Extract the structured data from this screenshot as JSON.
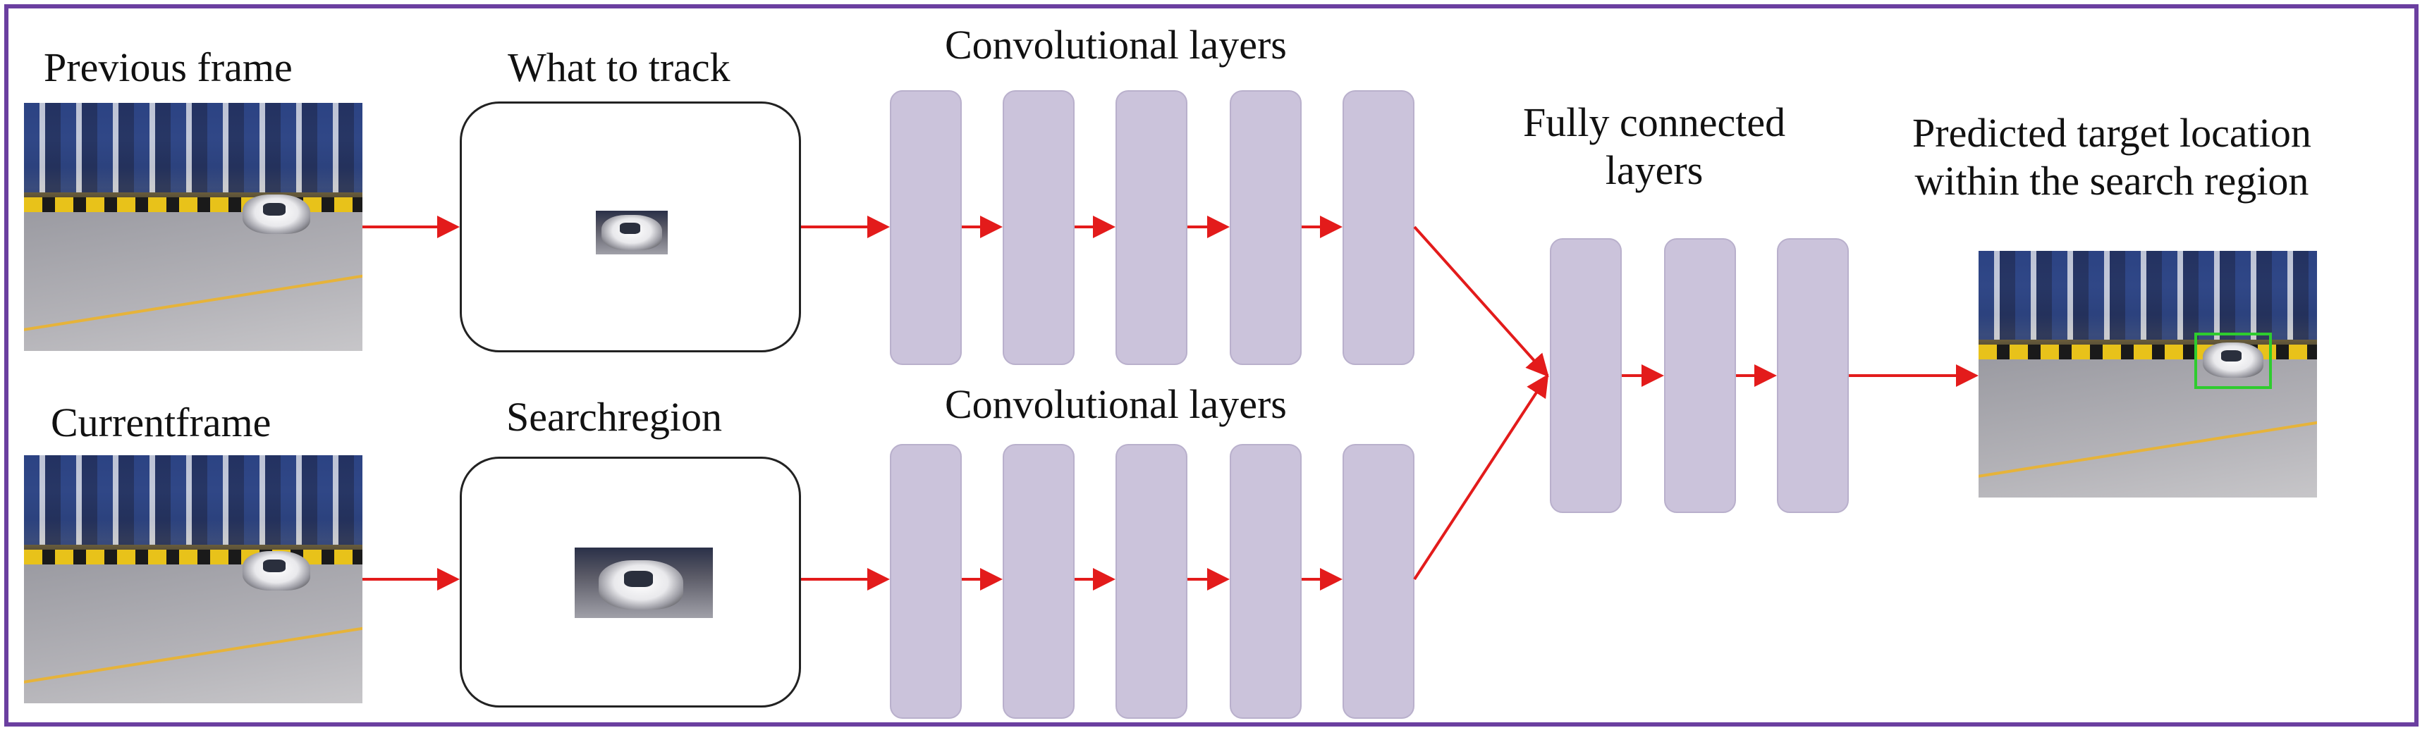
{
  "labels": {
    "previous_frame": "Previous frame",
    "what_to_track": "What to track",
    "conv_layers_top": "Convolutional layers",
    "fully_connected_line1": "Fully connected",
    "fully_connected_line2": "layers",
    "predicted_line1": "Predicted target location",
    "predicted_line2": "within the search region",
    "current_frame": "Currentframe",
    "search_region": "Searchregion",
    "conv_layers_bottom": "Convolutional layers"
  },
  "colors": {
    "border": "#6b3fa0",
    "arrow": "#e31b1b",
    "layer_fill": "#cbc3db",
    "target_box": "#2ecc2e"
  },
  "icons": {
    "previous_frame": "race-track-photo",
    "current_frame": "race-track-photo",
    "target_crop": "car-crop-image",
    "search_crop": "car-crop-image",
    "prediction": "race-track-photo-with-box"
  }
}
